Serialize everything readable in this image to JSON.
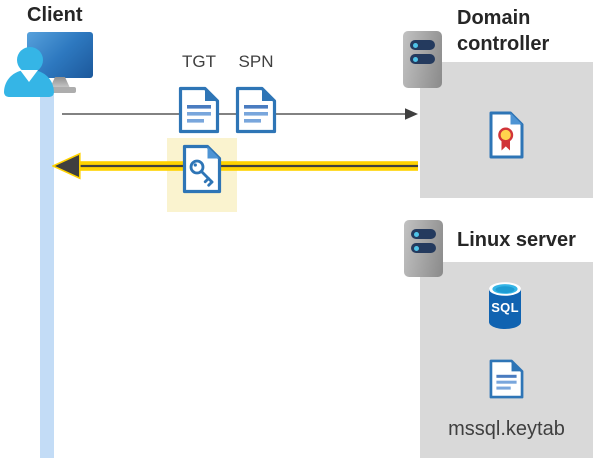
{
  "diagram": {
    "client": {
      "label": "Client"
    },
    "flow": {
      "tgt_label": "TGT",
      "spn_label": "SPN"
    },
    "domain_controller": {
      "label_line1": "Domain",
      "label_line2": "controller"
    },
    "linux_server": {
      "label": "Linux server",
      "sql_badge": "SQL",
      "keytab_label": "mssql.keytab"
    },
    "icons": {
      "client-user-icon": "cyan person silhouette css-shape",
      "monitor-icon": "blue gradient monitor css-shape",
      "server-icon": "gray rack server with two navy drive slots",
      "document-icon": "white page, blue border, folded corner, text lines",
      "key-document-icon": "white page with blue key glyph",
      "certificate-icon": "white page with gold seal and red ribbon",
      "sql-database-icon": "blue cylinder database with SQL text",
      "arrow-right-icon": "thin gray arrow pointing right",
      "arrow-left-highlighted-icon": "thick yellow arrow pointing left"
    },
    "colors": {
      "accent_blue": "#2E75B6",
      "person_cyan": "#35B5E6",
      "client_bar_blue": "#C3DCF6",
      "panel_gray": "#D9D9D9",
      "highlight_yellow": "#FFD200",
      "highlight_box_yellow": "#FAF3CF",
      "arrow_gray": "#595959",
      "arrowhead_dark": "#3F3F3F",
      "slot_navy": "#243A5E",
      "slot_dot_blue": "#4FC3E8",
      "sql_blue": "#1063B1",
      "cert_gold": "#FFD34D",
      "cert_red": "#D13438",
      "heading_text": "#262626",
      "label_text": "#404040"
    }
  }
}
